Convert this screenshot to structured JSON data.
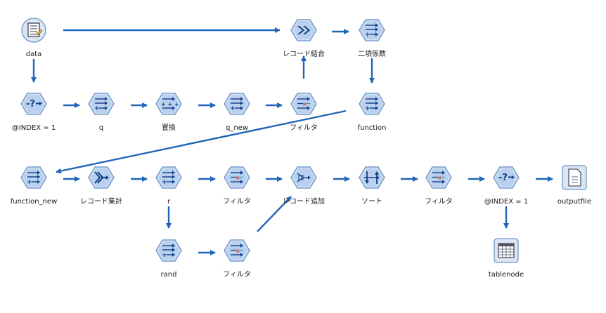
{
  "colors": {
    "arrow": "#1f66b8",
    "hex_fill": "#b9d0ee",
    "hex_stroke": "#6e95c7",
    "glyph": "#123f8a",
    "label": "#1b1b1b"
  },
  "nodes": [
    {
      "id": "data",
      "label": "data",
      "icon": "document-source-icon"
    },
    {
      "id": "merge",
      "label": "レコード結合",
      "icon": "merge-icon"
    },
    {
      "id": "binomial",
      "label": "二項係数",
      "icon": "derive-icon"
    },
    {
      "id": "select1",
      "label": "@INDEX = 1",
      "icon": "select-icon"
    },
    {
      "id": "q",
      "label": "q",
      "icon": "derive-icon"
    },
    {
      "id": "replace",
      "label": "置換",
      "icon": "fill-icon"
    },
    {
      "id": "q_new",
      "label": "q_new",
      "icon": "derive-icon"
    },
    {
      "id": "filter1",
      "label": "フィルタ",
      "icon": "filter-icon"
    },
    {
      "id": "function",
      "label": "function",
      "icon": "derive-icon"
    },
    {
      "id": "function_new",
      "label": "function_new",
      "icon": "derive-icon"
    },
    {
      "id": "aggregate",
      "label": "レコード集計",
      "icon": "aggregate-icon"
    },
    {
      "id": "r",
      "label": "r",
      "icon": "derive-icon"
    },
    {
      "id": "filter2",
      "label": "フィルタ",
      "icon": "filter-icon"
    },
    {
      "id": "append",
      "label": "レコード追加",
      "icon": "append-icon"
    },
    {
      "id": "sort",
      "label": "ソート",
      "icon": "sort-icon"
    },
    {
      "id": "filter3",
      "label": "フィルタ",
      "icon": "filter-icon"
    },
    {
      "id": "select2",
      "label": "@INDEX = 1",
      "icon": "select-icon"
    },
    {
      "id": "outputfile",
      "label": "outputfile",
      "icon": "file-output-icon"
    },
    {
      "id": "rand",
      "label": "rand",
      "icon": "derive-icon"
    },
    {
      "id": "filter4",
      "label": "フィルタ",
      "icon": "filter-icon"
    },
    {
      "id": "tablenode",
      "label": "tablenode",
      "icon": "table-icon"
    }
  ],
  "edges": [
    {
      "from": "data",
      "to": "merge"
    },
    {
      "from": "merge",
      "to": "binomial"
    },
    {
      "from": "binomial",
      "to": "function"
    },
    {
      "from": "data",
      "to": "select1"
    },
    {
      "from": "select1",
      "to": "q"
    },
    {
      "from": "q",
      "to": "replace"
    },
    {
      "from": "replace",
      "to": "q_new"
    },
    {
      "from": "q_new",
      "to": "filter1"
    },
    {
      "from": "filter1",
      "to": "merge"
    },
    {
      "from": "function",
      "to": "function_new"
    },
    {
      "from": "function_new",
      "to": "aggregate"
    },
    {
      "from": "aggregate",
      "to": "r"
    },
    {
      "from": "r",
      "to": "filter2"
    },
    {
      "from": "filter2",
      "to": "append"
    },
    {
      "from": "append",
      "to": "sort"
    },
    {
      "from": "sort",
      "to": "filter3"
    },
    {
      "from": "filter3",
      "to": "select2"
    },
    {
      "from": "select2",
      "to": "outputfile"
    },
    {
      "from": "select2",
      "to": "tablenode"
    },
    {
      "from": "r",
      "to": "rand"
    },
    {
      "from": "rand",
      "to": "filter4"
    },
    {
      "from": "filter4",
      "to": "append"
    }
  ]
}
